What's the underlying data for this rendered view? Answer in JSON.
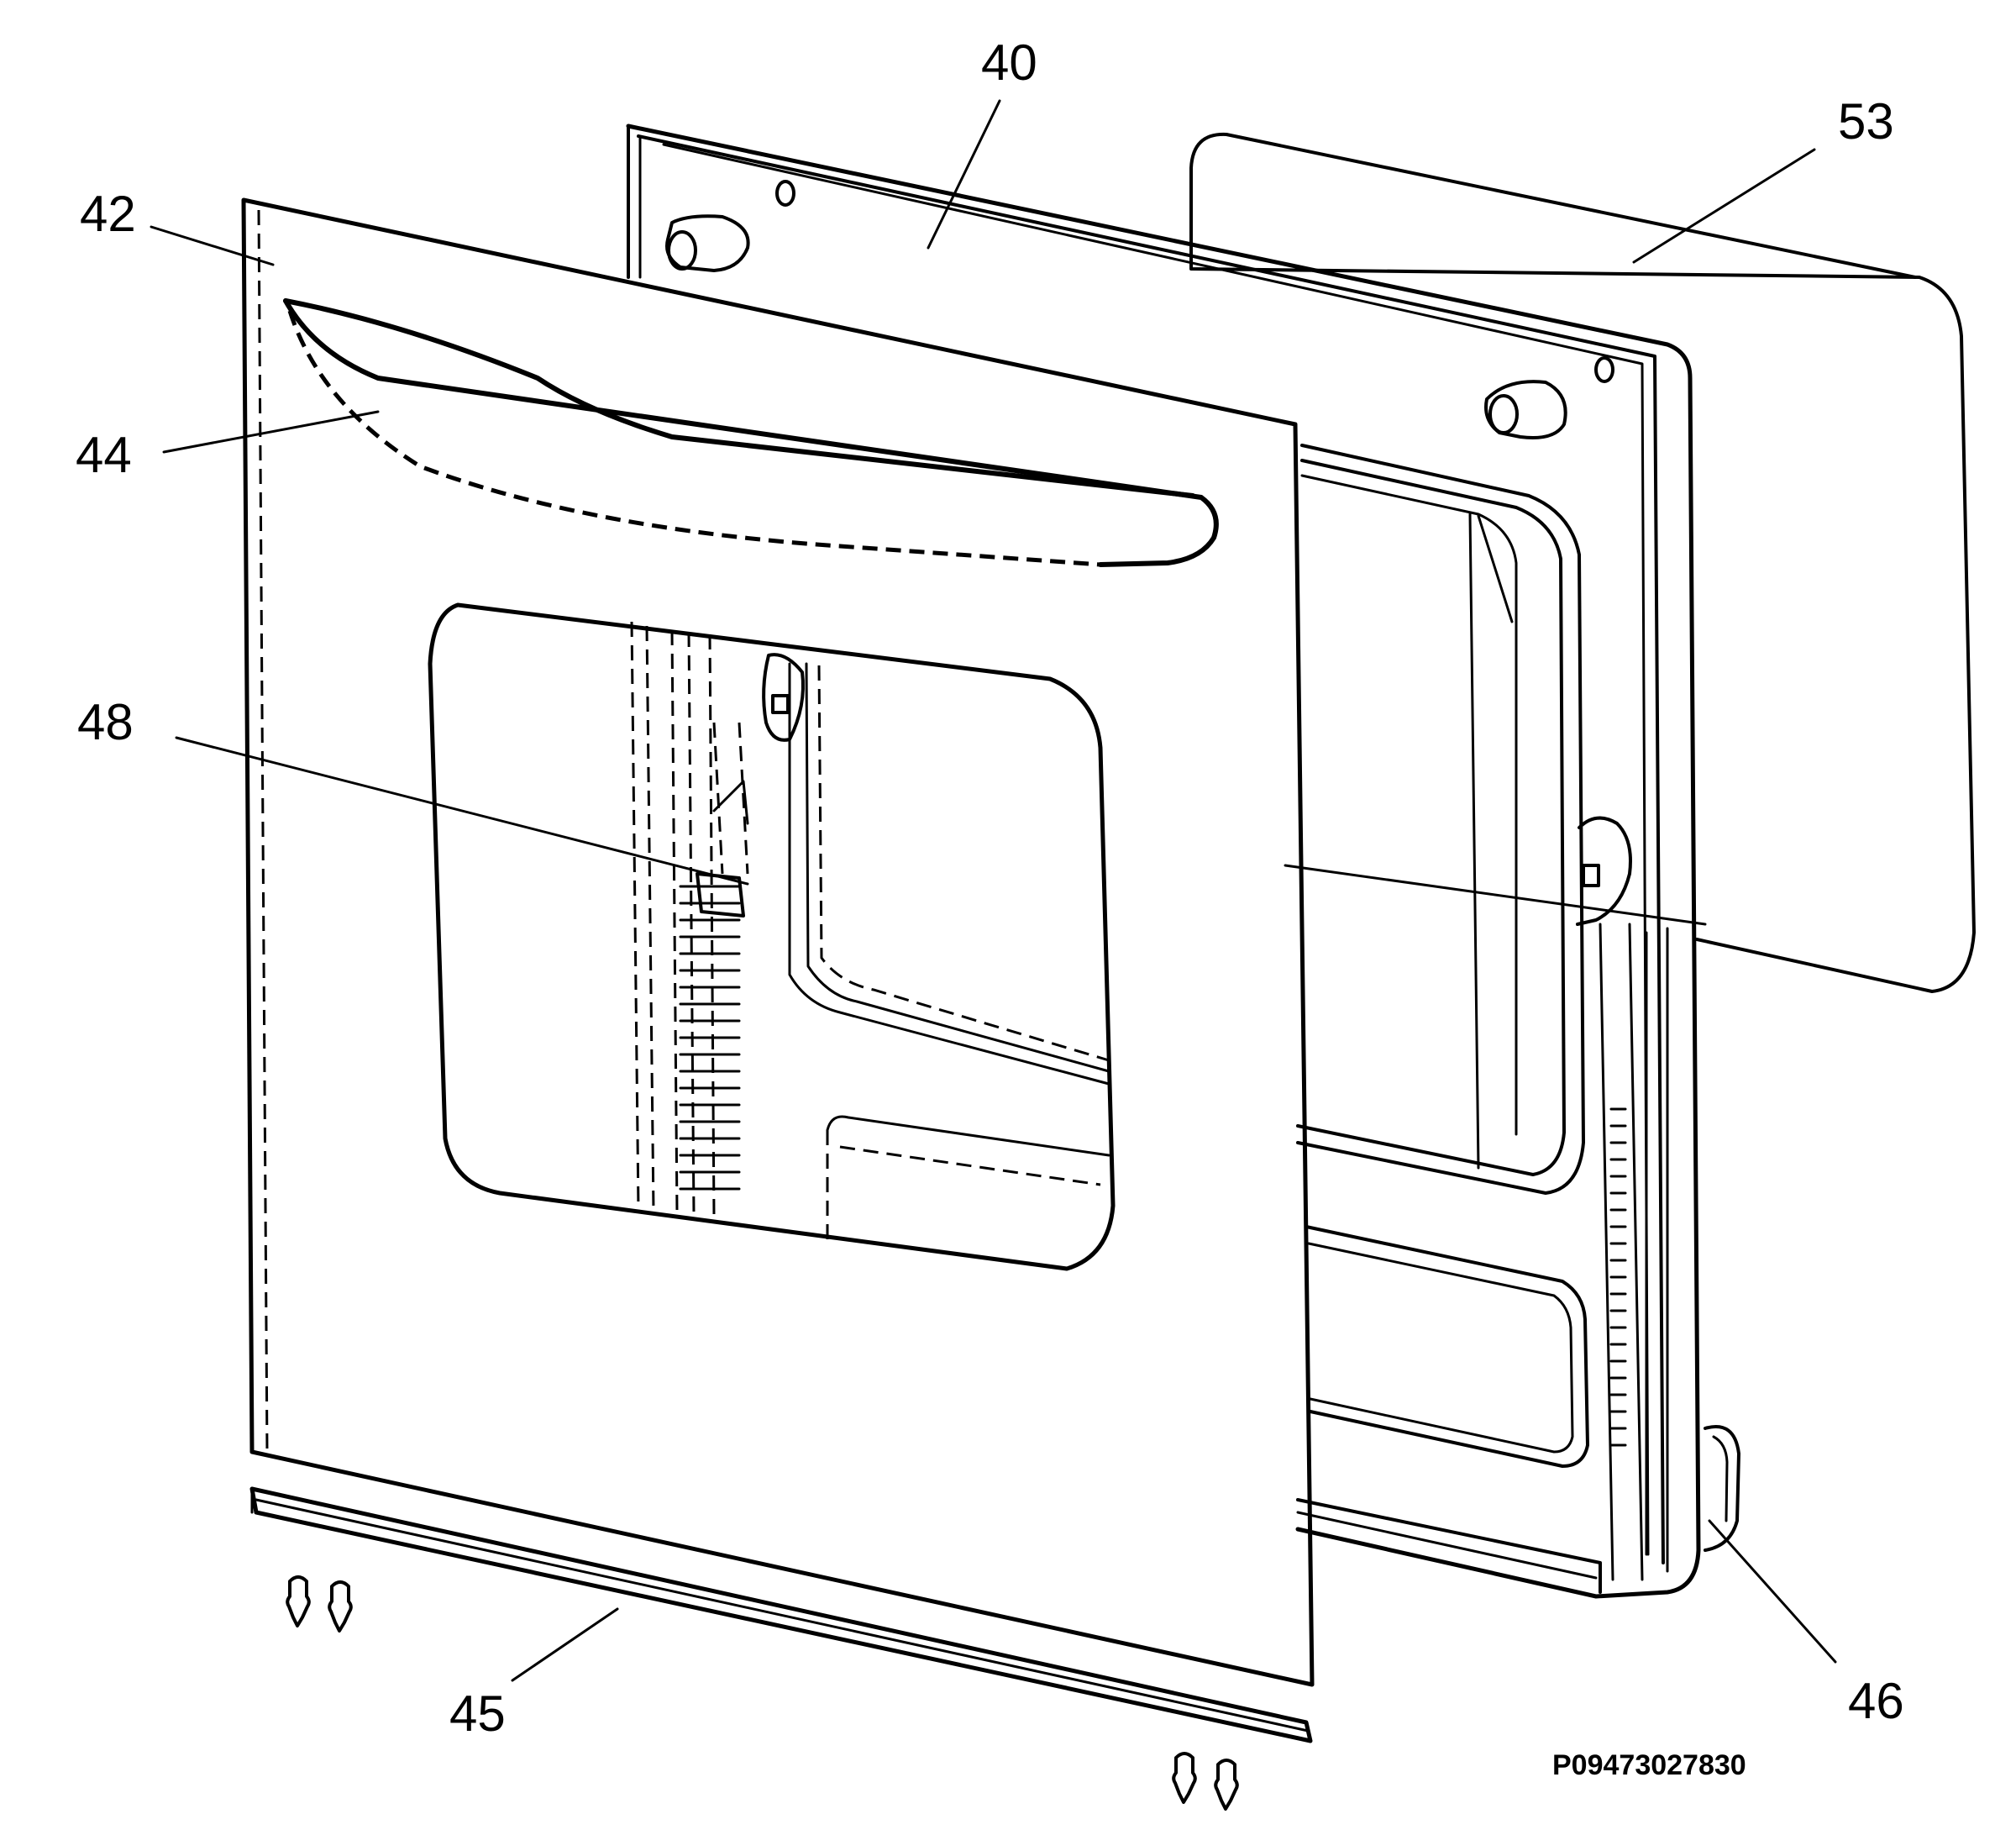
{
  "labels": {
    "l40": "40",
    "l53": "53",
    "l42": "42",
    "l44": "44",
    "l48": "48",
    "l45": "45",
    "l46": "46"
  },
  "drawing_code": "P09473027830"
}
